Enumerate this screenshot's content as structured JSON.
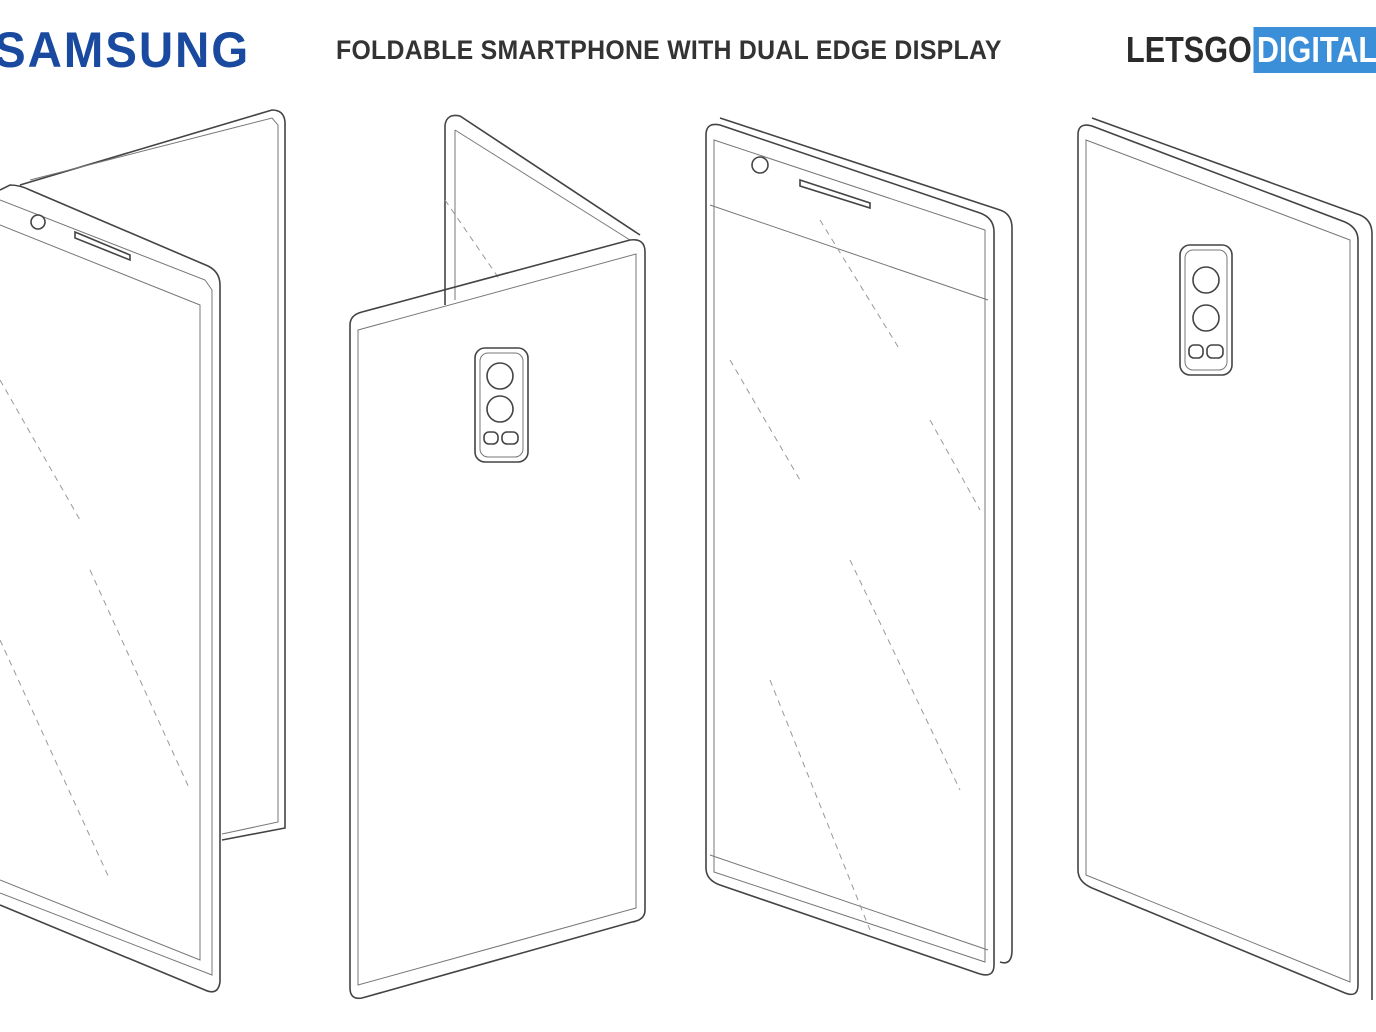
{
  "header": {
    "brand": "SAMSUNG",
    "title": "FOLDABLE SMARTPHONE WITH DUAL EDGE DISPLAY",
    "logo_part1": "LETSGO",
    "logo_part2": "DIGITAL"
  },
  "colors": {
    "brand": "#1a4aa0",
    "logo_accent": "#3a8fd8",
    "title": "#333333"
  }
}
